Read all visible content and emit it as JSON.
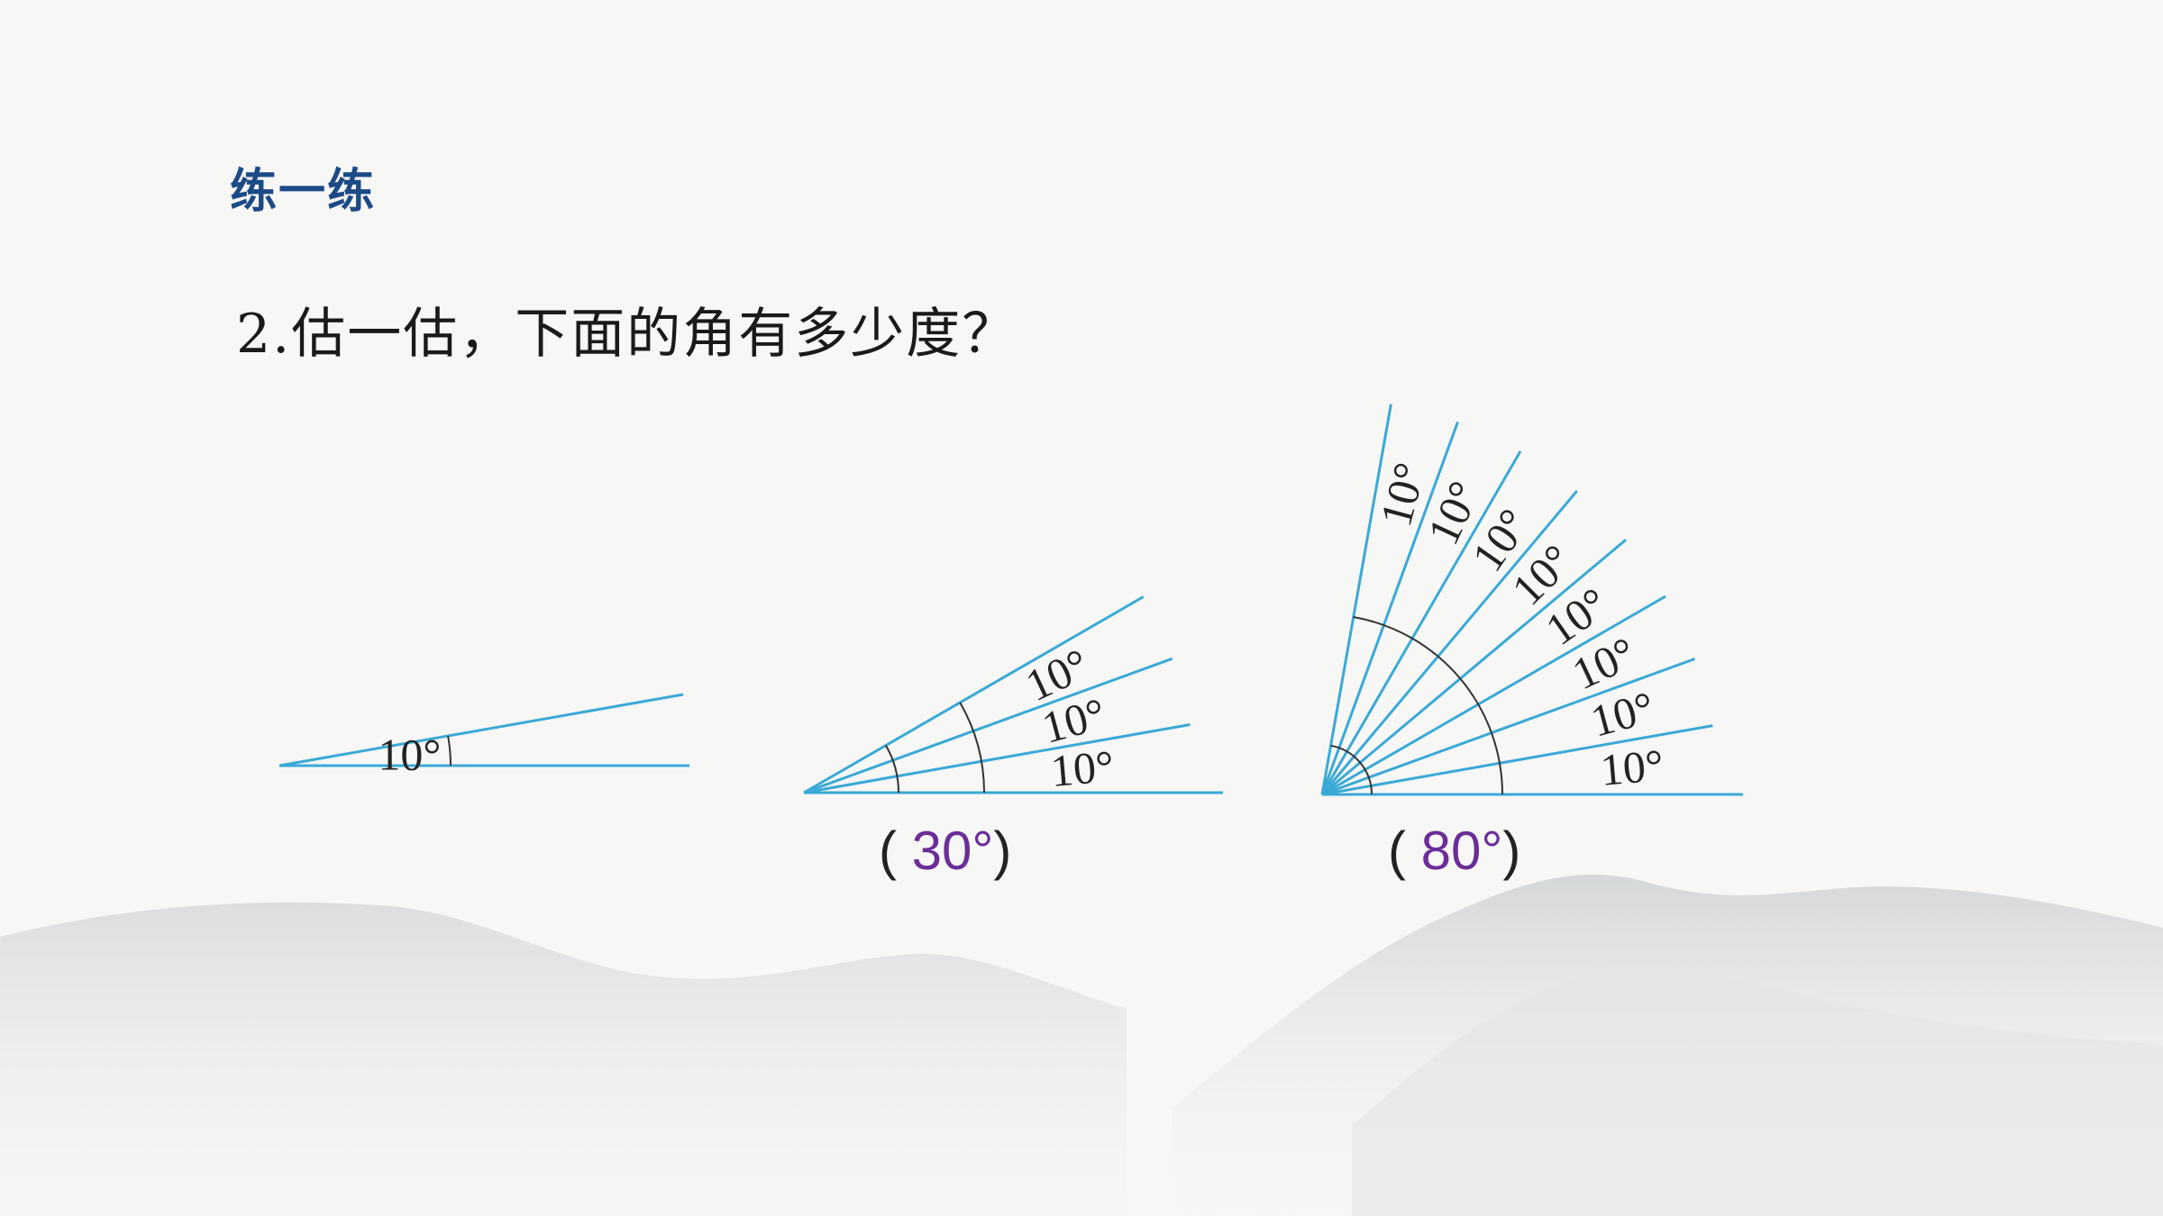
{
  "title": "练一练",
  "question": "2.估一估，下面的角有多少度？",
  "angles": [
    {
      "id": "angle-1",
      "units": 1,
      "label": "10°",
      "answer": null
    },
    {
      "id": "angle-2",
      "units": 3,
      "label": "10°",
      "answer": {
        "open": "( ",
        "value": "30°",
        "close": ")"
      }
    },
    {
      "id": "angle-3",
      "units": 8,
      "label": "10°",
      "answer": {
        "open": "( ",
        "value": "80°",
        "close": ")"
      }
    }
  ],
  "colors": {
    "ray": "#3aa9d6",
    "title": "#1c4a86",
    "answer": "#6b2d97"
  }
}
